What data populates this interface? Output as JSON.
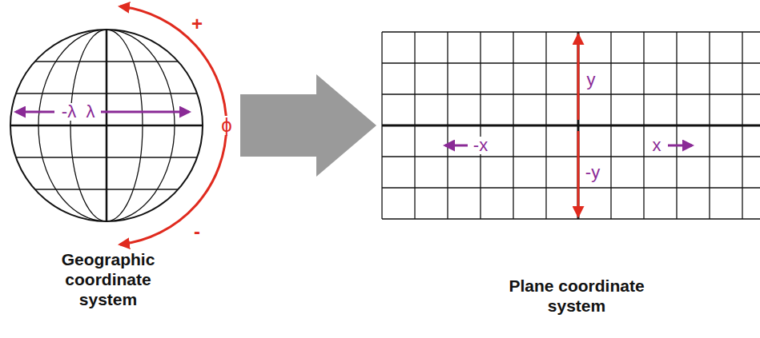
{
  "diagram": {
    "labels": [
      "+",
      "-λ",
      "λ",
      "ϕ",
      "-",
      "y",
      "-x",
      "x",
      "-y",
      "Geographic coordinate system",
      "Plane coordinate system"
    ]
  }
}
